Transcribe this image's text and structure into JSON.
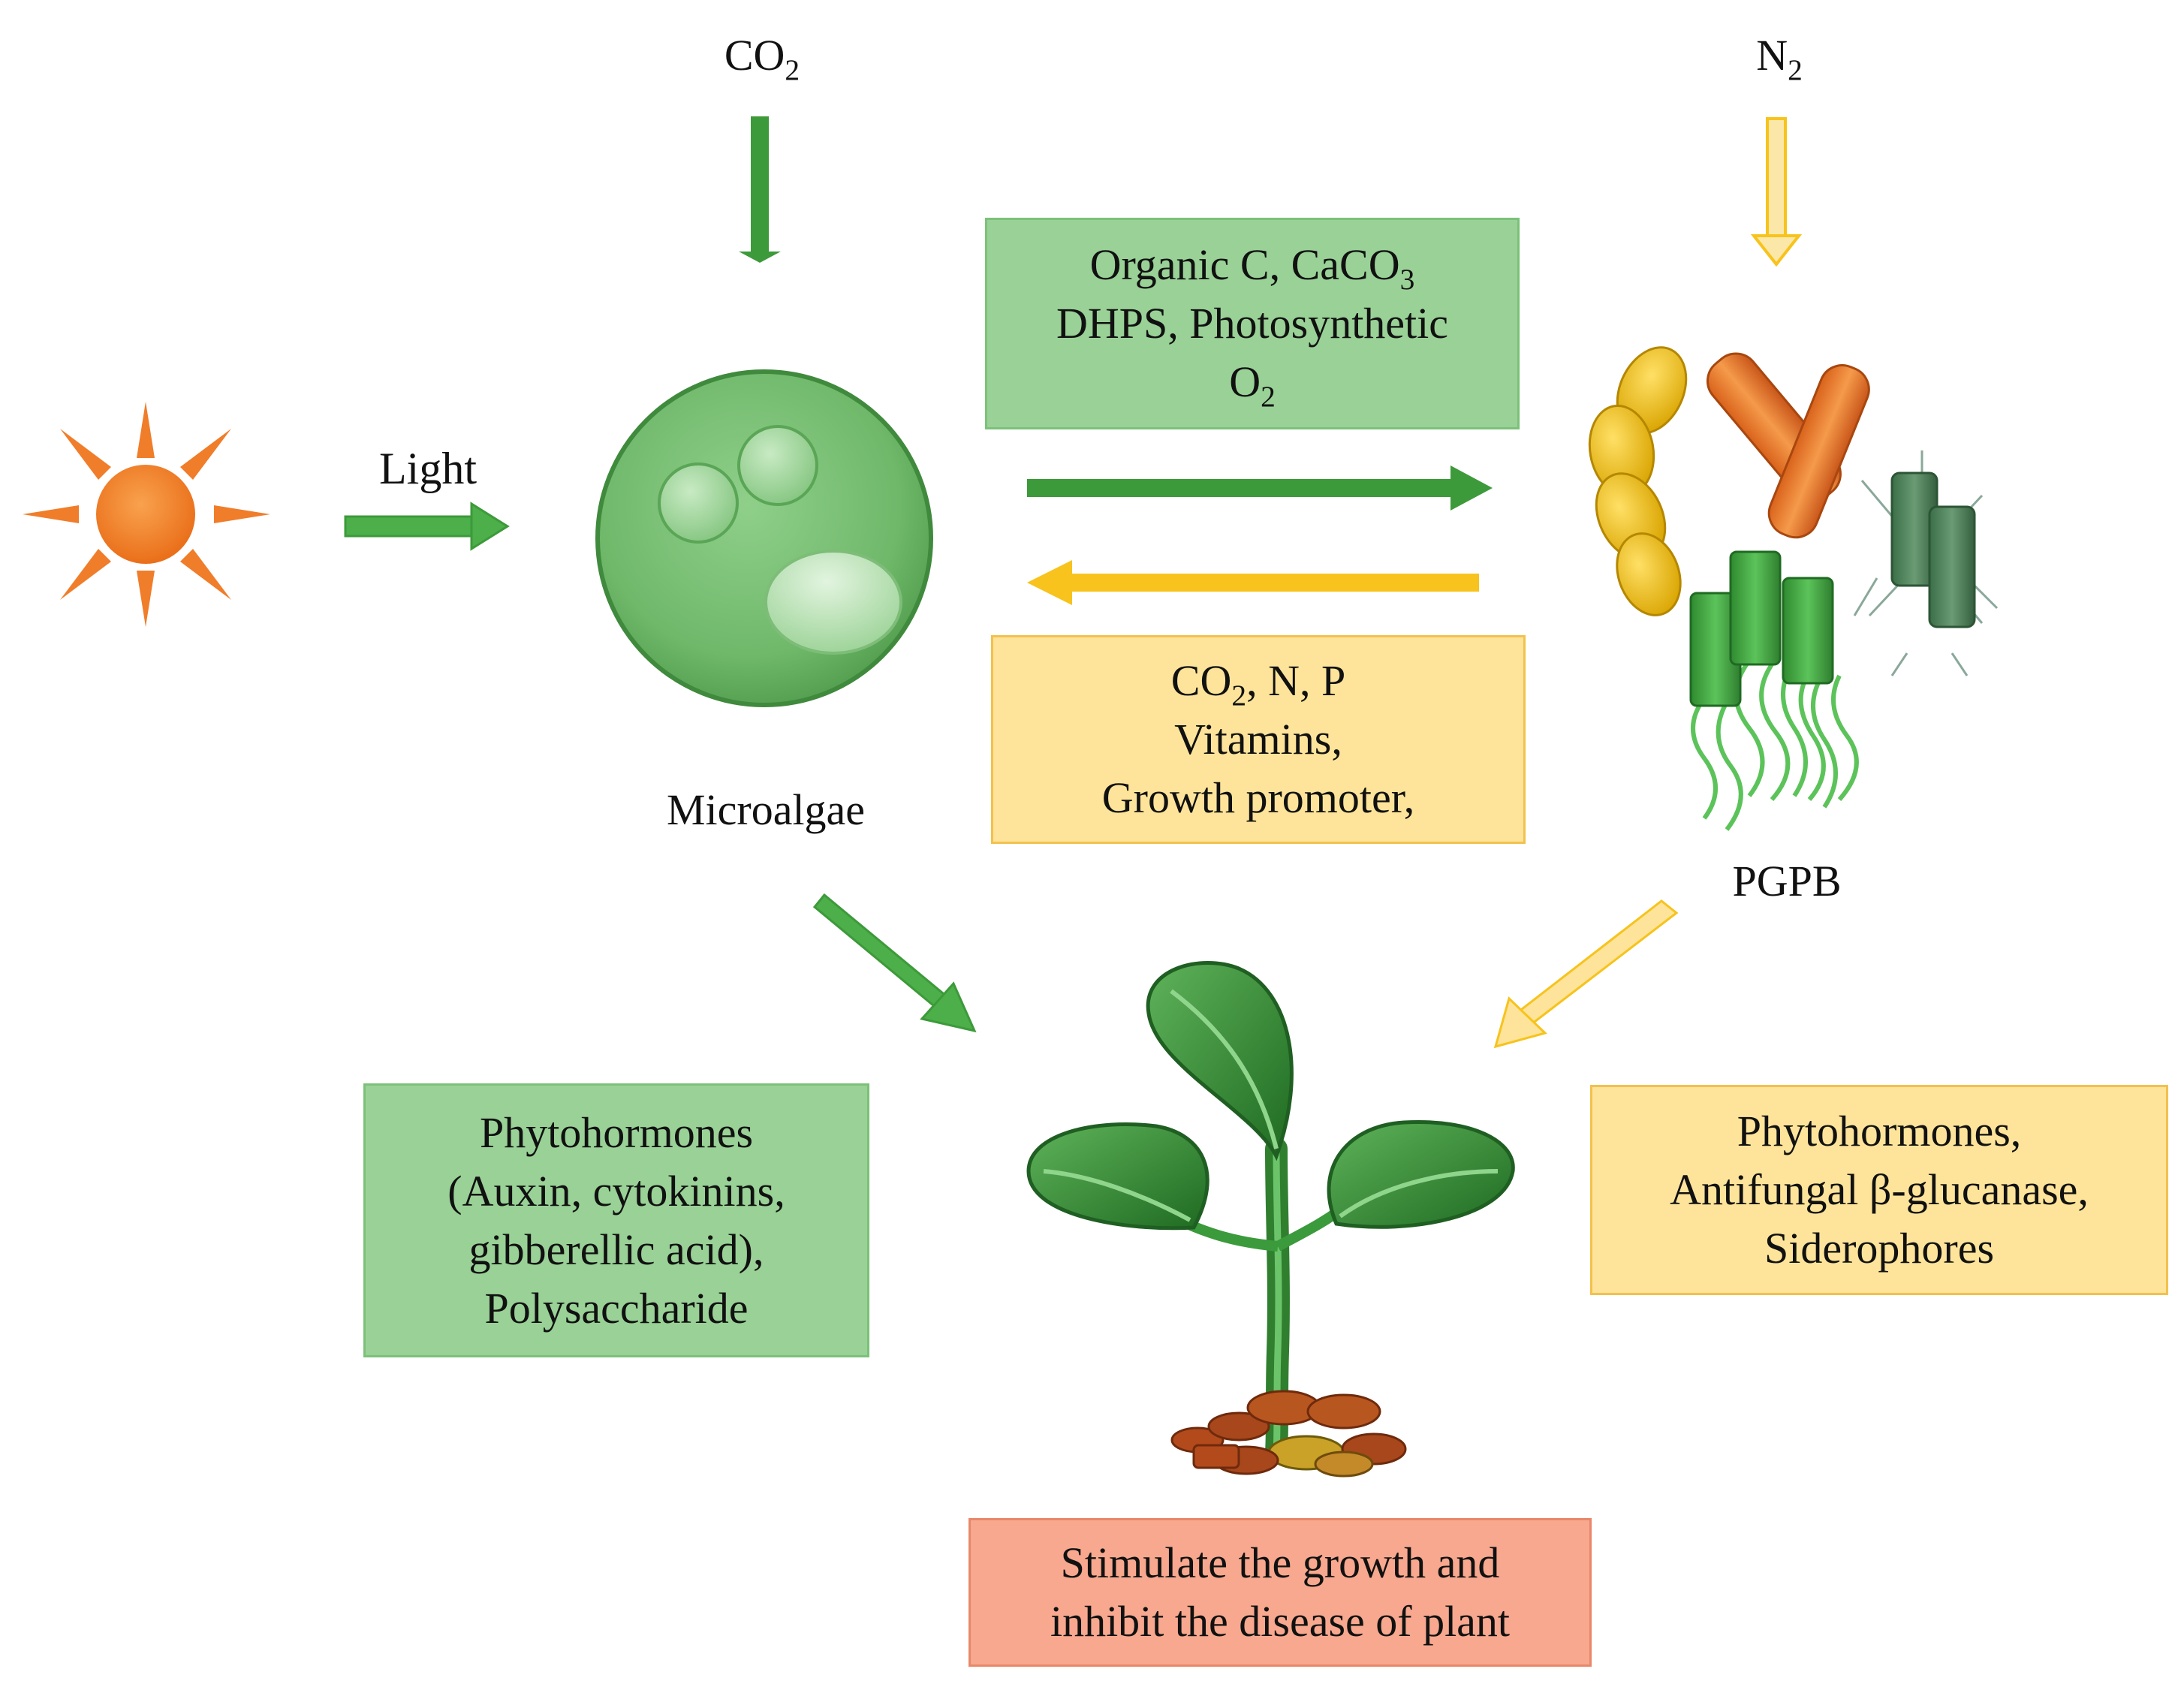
{
  "colors": {
    "green_arrow": "#3d9a3a",
    "yellow_arrow": "#f7c31c",
    "green_box_fill": "#99d196",
    "green_box_border": "#7cc17a",
    "yellow_box_fill": "#fde49a",
    "yellow_box_border": "#f2c14e",
    "red_box_fill": "#f7a88e",
    "red_box_border": "#e8876a",
    "sun": "#f07d2a",
    "microalgae": "#6fb86a",
    "plant": "#3b8f3a",
    "soil": "#a8471c"
  },
  "labels": {
    "co2_input": {
      "main": "CO",
      "sub": "2"
    },
    "n2_input": {
      "main": "N",
      "sub": "2"
    },
    "light": "Light",
    "microalgae": "Microalgae",
    "pgpb": "PGPB"
  },
  "boxes": {
    "algae_to_bacteria": {
      "line1_main": "Organic C,  CaCO",
      "line1_sub": "3",
      "line2": "DHPS, Photosynthetic",
      "line3_main": "O",
      "line3_sub": "2"
    },
    "bacteria_to_algae": {
      "line1_pre": "CO",
      "line1_sub": "2",
      "line1_post": ", N, P",
      "line2": "Vitamins,",
      "line3": "Growth promoter,"
    },
    "algae_plant_products": [
      "Phytohormones",
      "(Auxin, cytokinins,",
      "gibberellic  acid),",
      "Polysaccharide"
    ],
    "bacteria_plant_products": [
      "Phytohormones,",
      "Antifungal β-glucanase,",
      "Siderophores"
    ],
    "outcome": [
      "Stimulate the growth and",
      "inhibit the disease of plant"
    ]
  },
  "icons": [
    "sun-icon",
    "microalgae-cell-icon",
    "pgpb-bacteria-icon",
    "plant-seedling-icon"
  ]
}
